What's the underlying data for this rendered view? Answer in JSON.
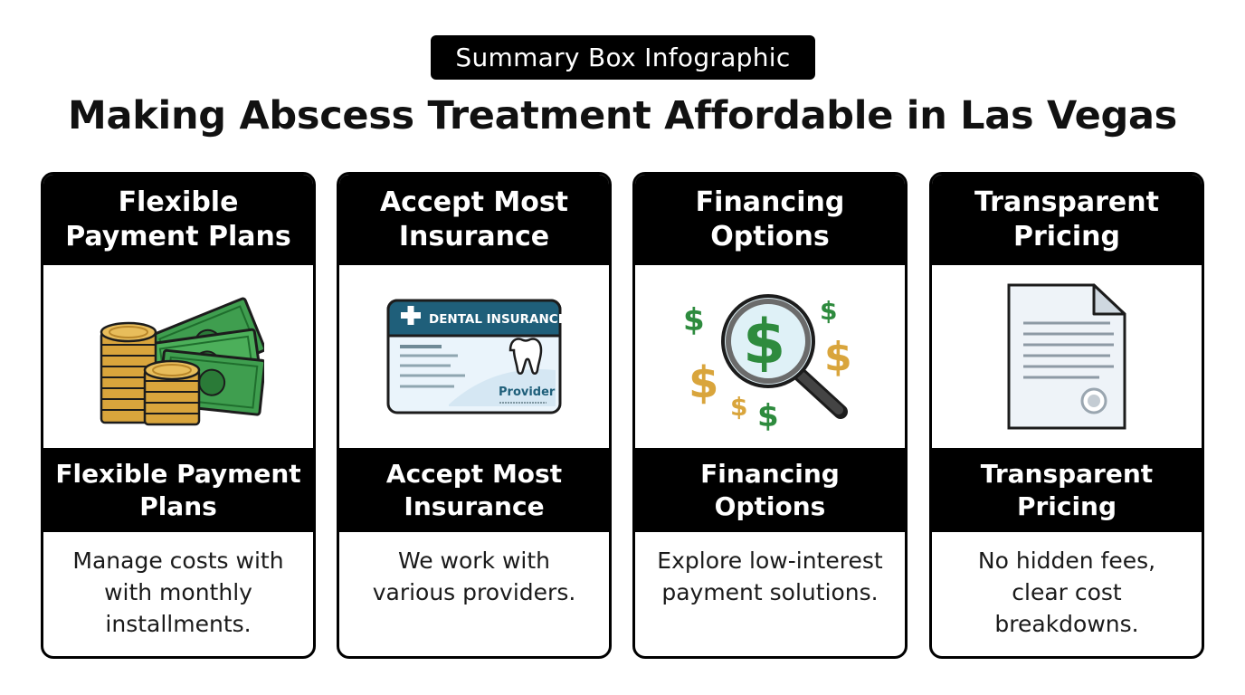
{
  "badge": "Summary Box Infographic",
  "title": "Making Abscess Treatment Affordable in Las Vegas",
  "colors": {
    "money_green": "#2e8b3e",
    "coin_gold": "#d9a53c",
    "insurance_blue": "#1f5f7a",
    "border": "#000000"
  },
  "cards": [
    {
      "header": "Flexible Payment Plans",
      "icon": "cash-and-coins-icon",
      "subheader": "Flexible Payment Plans",
      "description": "Manage costs with with monthly installments."
    },
    {
      "header": "Accept Most Insurance",
      "icon": "dental-insurance-card-icon",
      "card_title": "DENTAL INSURANCE",
      "card_provider": "Provider",
      "subheader": "Accept Most Insurance",
      "description": "We work with various providers."
    },
    {
      "header": "Financing Options",
      "icon": "magnifier-dollar-icon",
      "subheader": "Financing Options",
      "description": "Explore low-interest payment solutions."
    },
    {
      "header": "Transparent Pricing",
      "icon": "document-icon",
      "subheader": "Transparent Pricing",
      "description": "No hidden fees, clear cost breakdowns."
    }
  ]
}
